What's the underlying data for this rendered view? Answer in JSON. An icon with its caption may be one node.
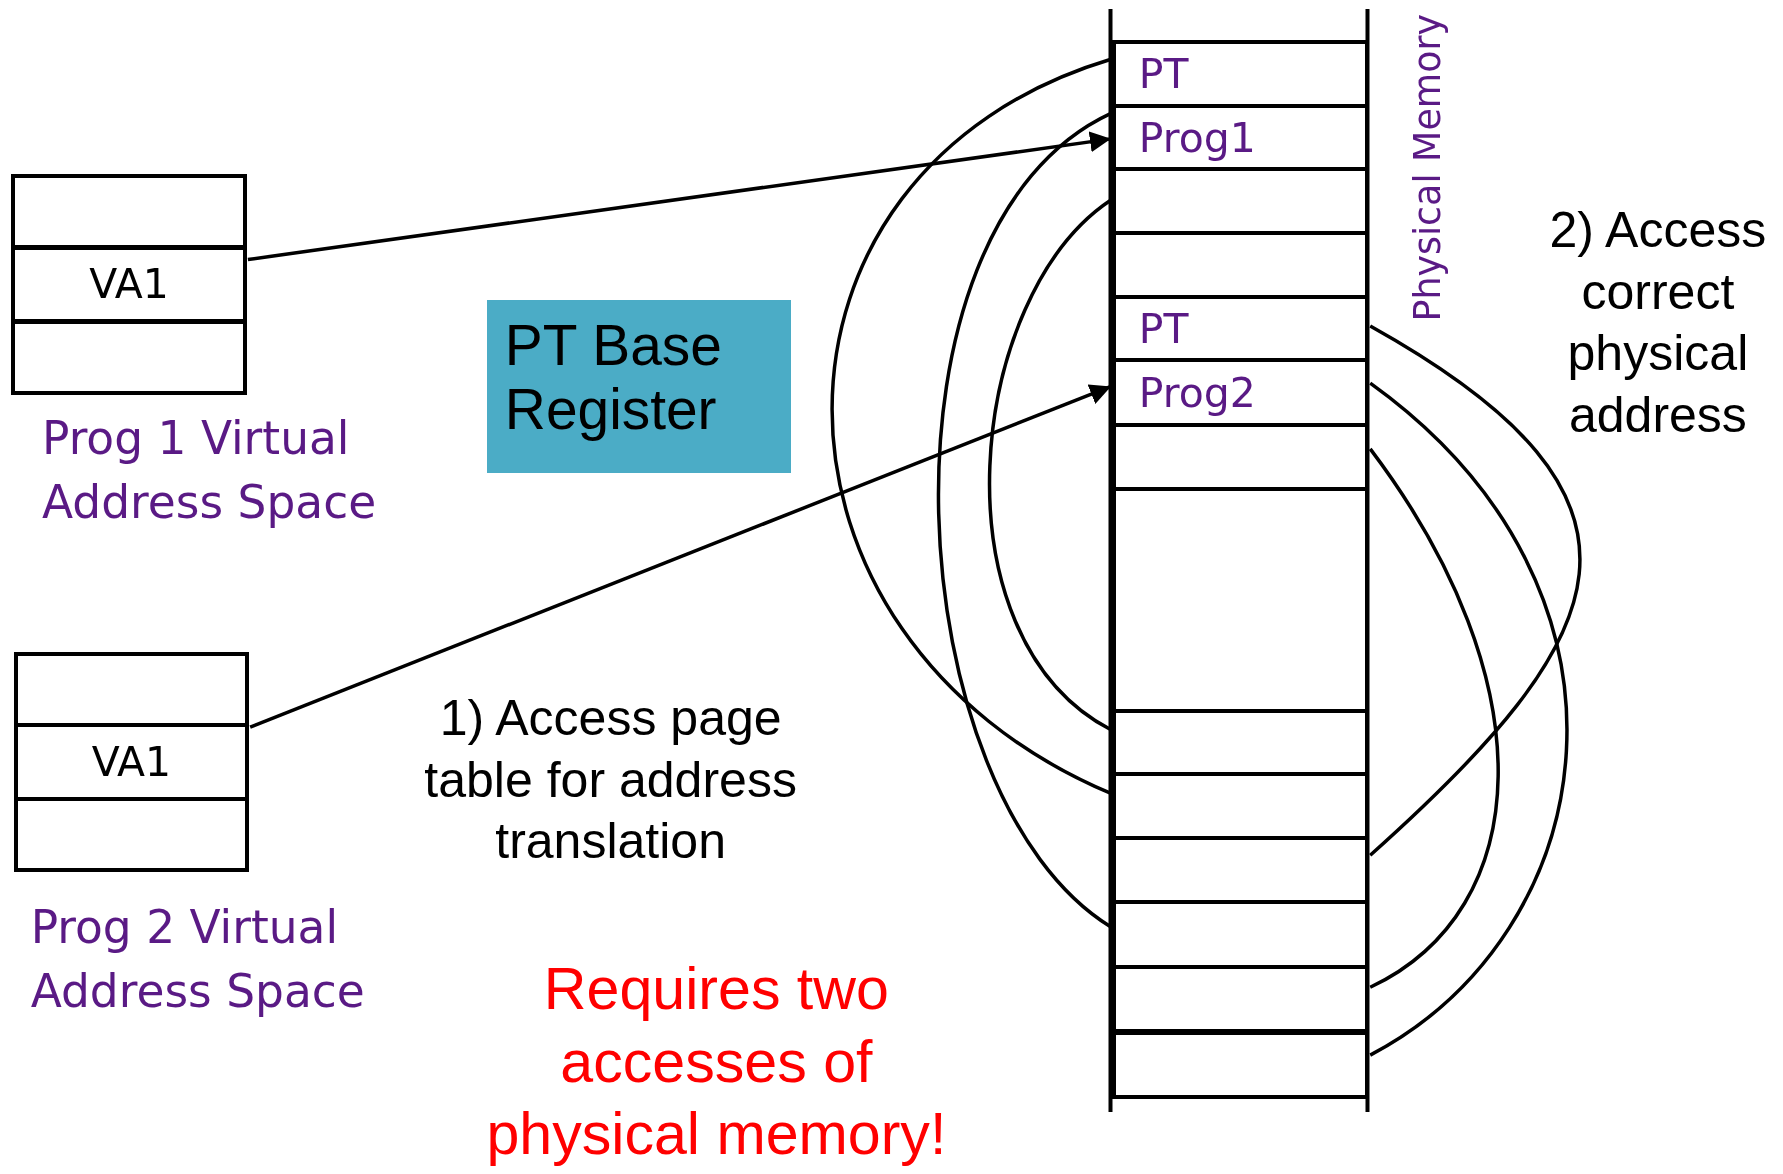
{
  "diagram": {
    "nodes": [
      {
        "text": [
          "Prog 1 Virtual Address Space"
        ]
      },
      {
        "text": [],
        "shape": "box",
        "in": 0
      },
      {
        "text": [
          "VA1"
        ],
        "in": 0
      },
      {
        "text": [],
        "shape": "box",
        "in": 0
      },
      {
        "text": [
          "Prog 2 Virtual Address Space"
        ]
      },
      {
        "text": [],
        "shape": "box",
        "in": 4
      },
      {
        "text": [
          "VA1"
        ],
        "in": 4
      },
      {
        "text": [],
        "shape": "box",
        "in": 4
      },
      {
        "text": [
          "PT Base Register"
        ]
      },
      {
        "text": [
          "Physical Memory"
        ]
      },
      {
        "text": [
          "PT"
        ],
        "in": 9
      },
      {
        "text": [
          "Prog1"
        ],
        "in": 9
      },
      {
        "text": [],
        "shape": "box",
        "in": 9
      },
      {
        "text": [],
        "shape": "box",
        "in": 9
      },
      {
        "text": [
          "PT"
        ],
        "in": 9
      },
      {
        "text": [
          "Prog2"
        ],
        "in": 9
      },
      {
        "text": [],
        "shape": "box",
        "in": 9
      },
      {
        "text": [],
        "shape": "box",
        "in": 9
      },
      {
        "text": [],
        "shape": "box",
        "in": 9
      },
      {
        "text": [],
        "shape": "box",
        "in": 9
      },
      {
        "text": [],
        "shape": "box",
        "in": 9
      },
      {
        "text": [],
        "shape": "box",
        "in": 9
      },
      {
        "text": [],
        "shape": "box",
        "in": 9
      },
      {
        "text": [],
        "shape": "box",
        "in": 9
      }
    ],
    "edges": [
      {
        "from": 2,
        "to": 11,
        "arrow": "to"
      },
      {
        "from": 6,
        "to": 15,
        "arrow": "to"
      },
      {
        "from": 10,
        "to": 19,
        "arrow": "none"
      },
      {
        "from": 11,
        "to": 21,
        "arrow": "none"
      },
      {
        "from": 12,
        "to": 18,
        "arrow": "none"
      },
      {
        "from": 14,
        "to": 20,
        "arrow": "none"
      },
      {
        "from": 15,
        "to": 23,
        "arrow": "none"
      },
      {
        "from": 16,
        "to": 22,
        "arrow": "none"
      }
    ],
    "labels": [
      "1) Access page table for address translation",
      "2) Access correct physical address",
      "Requires two accesses of physical memory!"
    ]
  }
}
